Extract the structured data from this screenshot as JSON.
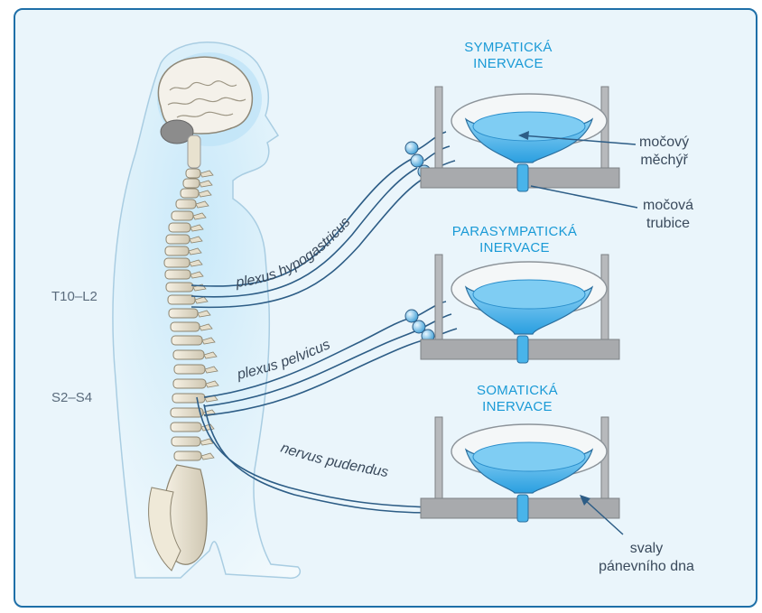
{
  "segments": {
    "upper": "T10–L2",
    "lower": "S2–S4"
  },
  "panels": [
    {
      "line1": "SYMPATICKÁ",
      "line2": "INERVACE"
    },
    {
      "line1": "PARASYMPATICKÁ",
      "line2": "INERVACE"
    },
    {
      "line1": "SOMATICKÁ",
      "line2": "INERVACE"
    }
  ],
  "nerves": {
    "hypogastric": "plexus  hypogastricus",
    "pelvic": "plexus pelvicus",
    "pudendal": "nervus  pudendus"
  },
  "labels": {
    "bladder_1": "močový",
    "bladder_2": "měchýř",
    "urethra_1": "močová",
    "urethra_2": "trubice",
    "floor_1": "svaly",
    "floor_2": "pánevního dna"
  },
  "colors": {
    "frame": "#1e6fa8",
    "accent": "#1a9ad6",
    "background": "#e8f4fb",
    "nerve": "#2d5d86",
    "urine": "#49b4ea"
  }
}
